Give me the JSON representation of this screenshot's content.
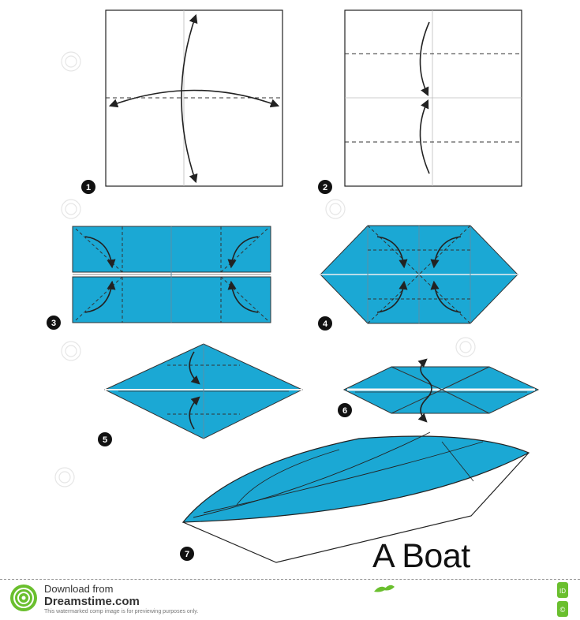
{
  "title": "A Boat",
  "steps": [
    {
      "number": "1"
    },
    {
      "number": "2"
    },
    {
      "number": "3"
    },
    {
      "number": "4"
    },
    {
      "number": "5"
    },
    {
      "number": "6"
    },
    {
      "number": "7"
    }
  ],
  "footer": {
    "download_label": "Download from",
    "site_name": "Dreamstime.com",
    "note": "This watermarked comp image is for previewing purposes only.",
    "side_id": "ID",
    "side_mark": "©"
  },
  "colors": {
    "paper_blue": "#1ba8d4",
    "fold_line": "#333333",
    "paper_white": "#ffffff",
    "logo_green": "#6abf2e"
  },
  "icons": [
    "curved-arrow-icon",
    "double-arrow-icon",
    "spiral-watermark-icon",
    "leaf-icon"
  ]
}
